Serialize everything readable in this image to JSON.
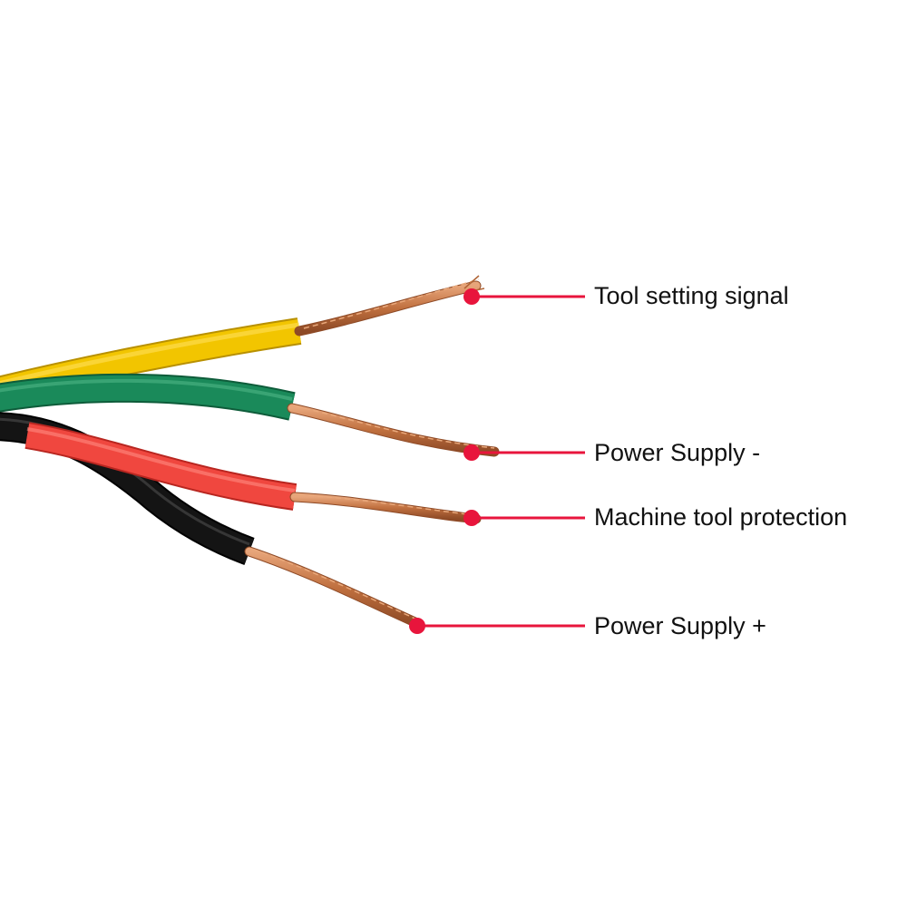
{
  "labels": {
    "tool_setting_signal": "Tool setting signal",
    "power_supply_minus": "Power Supply -",
    "machine_tool_protection": "Machine tool protection",
    "power_supply_plus": "Power Supply +"
  },
  "colors": {
    "yellow_wire": "#f2c500",
    "green_wire": "#1a8a5a",
    "red_wire": "#f0473f",
    "black_wire": "#141414",
    "copper": "#c8784a",
    "callout": "#e8153c",
    "text": "#111111"
  },
  "wires": [
    {
      "color_name": "yellow",
      "function": "tool_setting_signal"
    },
    {
      "color_name": "green",
      "function": "power_supply_minus"
    },
    {
      "color_name": "red",
      "function": "machine_tool_protection"
    },
    {
      "color_name": "black",
      "function": "power_supply_plus"
    }
  ]
}
